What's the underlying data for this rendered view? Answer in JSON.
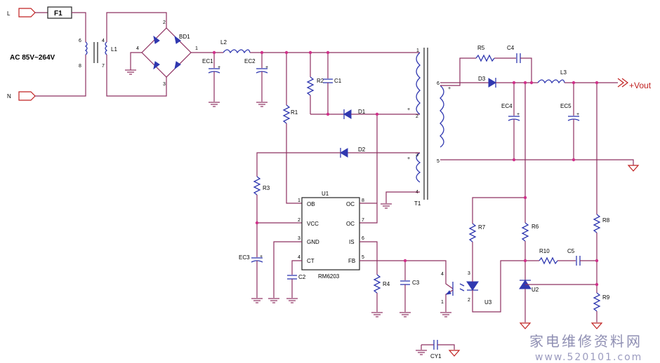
{
  "inputs": {
    "line": "L",
    "neutral": "N",
    "ac_range": "AC 85V~264V"
  },
  "components": {
    "fuse": "F1",
    "filter": "L1",
    "bridge": "BD1",
    "inductor2": "L2",
    "ec1": "EC1",
    "ec2": "EC2",
    "r2": "R2",
    "c1": "C1",
    "d1": "D1",
    "r1": "R1",
    "d2": "D2",
    "r3": "R3",
    "ec3": "EC3",
    "transformer": "T1",
    "ic": "U1",
    "ic_part": "RM6203",
    "c2": "C2",
    "r4": "R4",
    "c3": "C3",
    "r5": "R5",
    "c4": "C4",
    "d3": "D3",
    "l3": "L3",
    "ec4": "EC4",
    "ec5": "EC5",
    "r7": "R7",
    "r6": "R6",
    "r8": "R8",
    "r10": "R10",
    "c5": "C5",
    "r9": "R9",
    "opto": "U3",
    "regulator": "U2",
    "ycap": "CY1"
  },
  "ic_pins": {
    "ob": "OB",
    "vcc": "VCC",
    "gnd": "GND",
    "ct": "CT",
    "oc1": "OC",
    "oc2": "OC",
    "is": "IS",
    "fb": "FB"
  },
  "pin_numbers": {
    "l1_6": "6",
    "l1_8": "8",
    "l1_4": "4",
    "l1_7": "7",
    "bd_2": "2",
    "bd_3": "3",
    "bd_4": "4",
    "bd_1": "1",
    "ic_1": "1",
    "ic_2": "2",
    "ic_3": "3",
    "ic_4": "4",
    "ic_8": "8",
    "ic_7": "7",
    "ic_6": "6",
    "ic_5": "5",
    "t_1": "1",
    "t_2": "2",
    "t_3": "3",
    "t_4": "4",
    "t_6": "6",
    "t_5": "5",
    "u3_4": "4",
    "u3_1": "1",
    "u3_3": "3",
    "u3_2": "2"
  },
  "output": {
    "label": "+Vout"
  },
  "watermark": {
    "line1": "家电维修资料网",
    "line2": "www.520101.com"
  }
}
